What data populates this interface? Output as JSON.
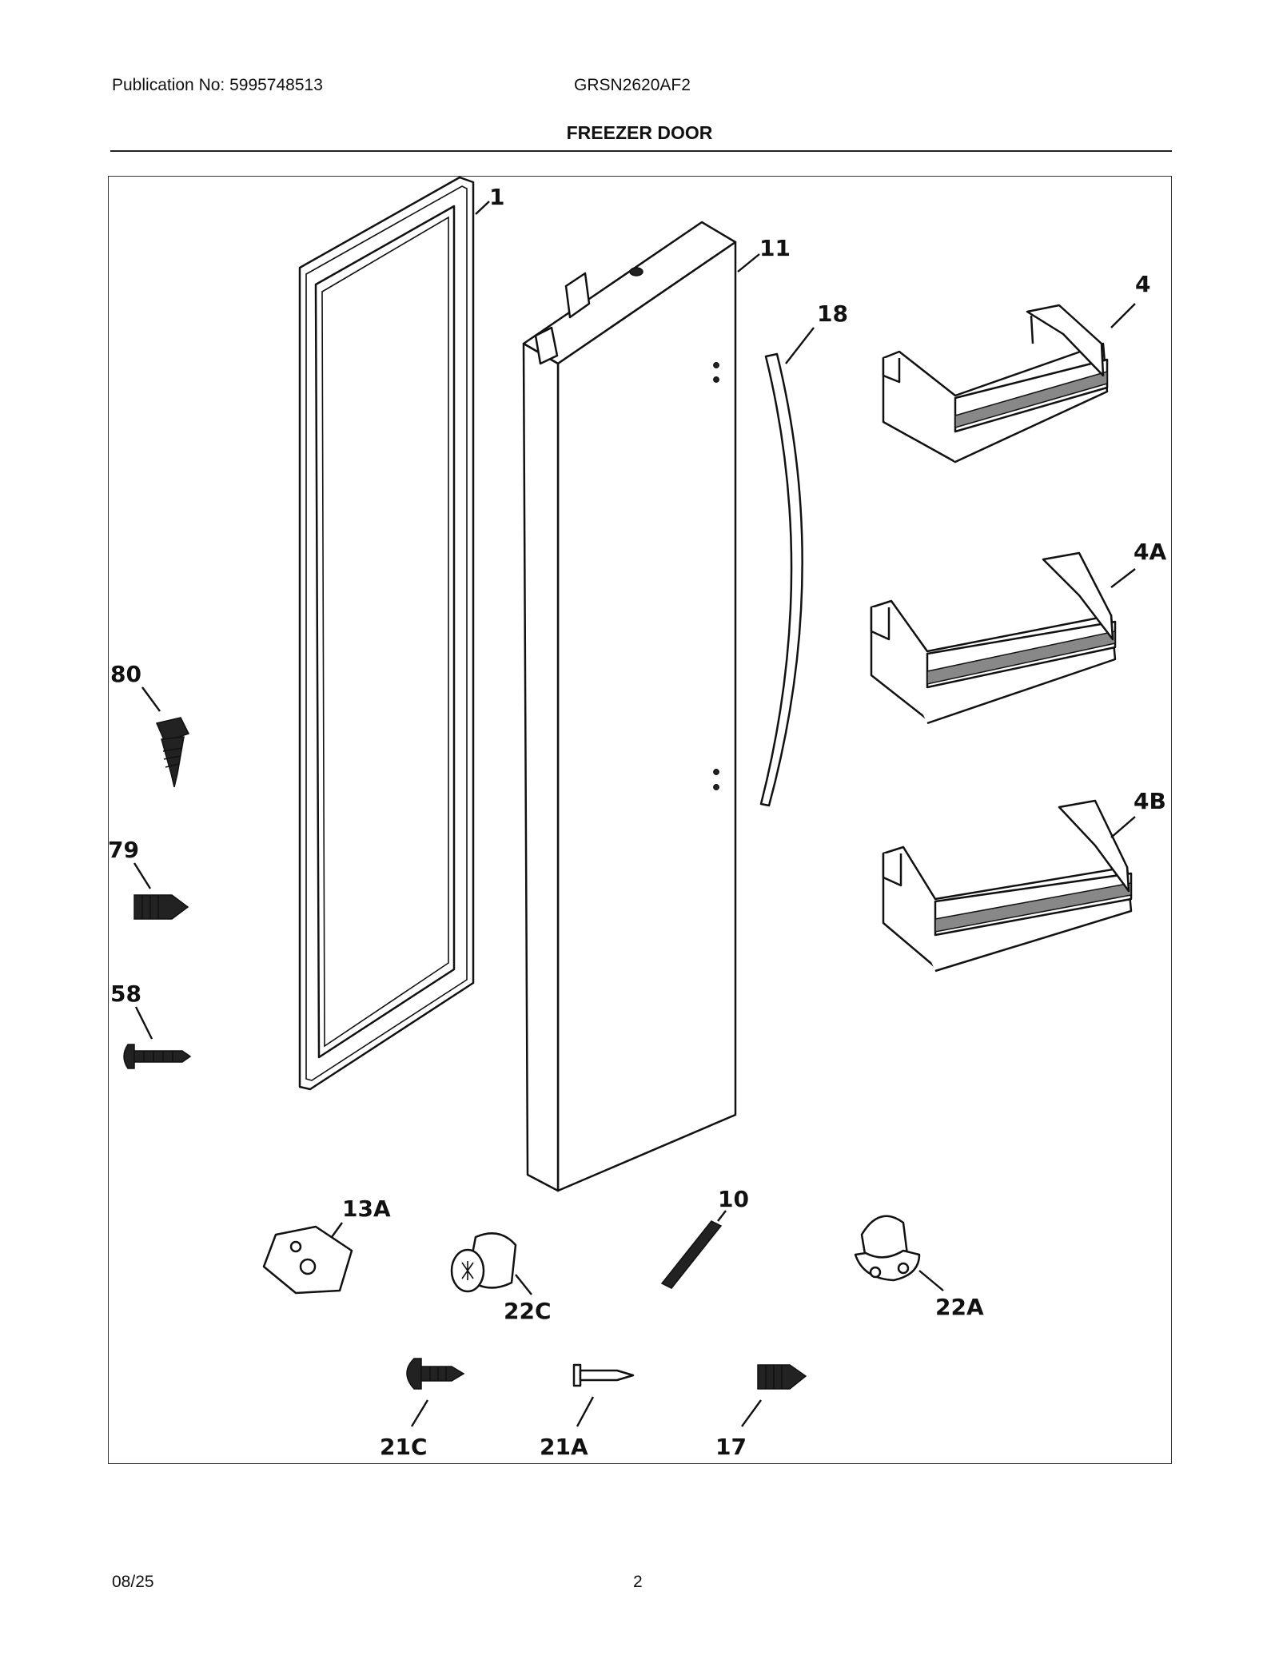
{
  "header": {
    "publication": "Publication No: 5995748513",
    "model": "GRSN2620AF2",
    "title": "FREEZER DOOR"
  },
  "footer": {
    "date": "08/25",
    "page": "2"
  },
  "callouts": {
    "c1": "1",
    "c11": "11",
    "c18": "18",
    "c4": "4",
    "c4a": "4A",
    "c4b": "4B",
    "c80": "80",
    "c79": "79",
    "c58": "58",
    "c13a": "13A",
    "c10": "10",
    "c22c": "22C",
    "c22a": "22A",
    "c21c": "21C",
    "c21a": "21A",
    "c17": "17"
  }
}
